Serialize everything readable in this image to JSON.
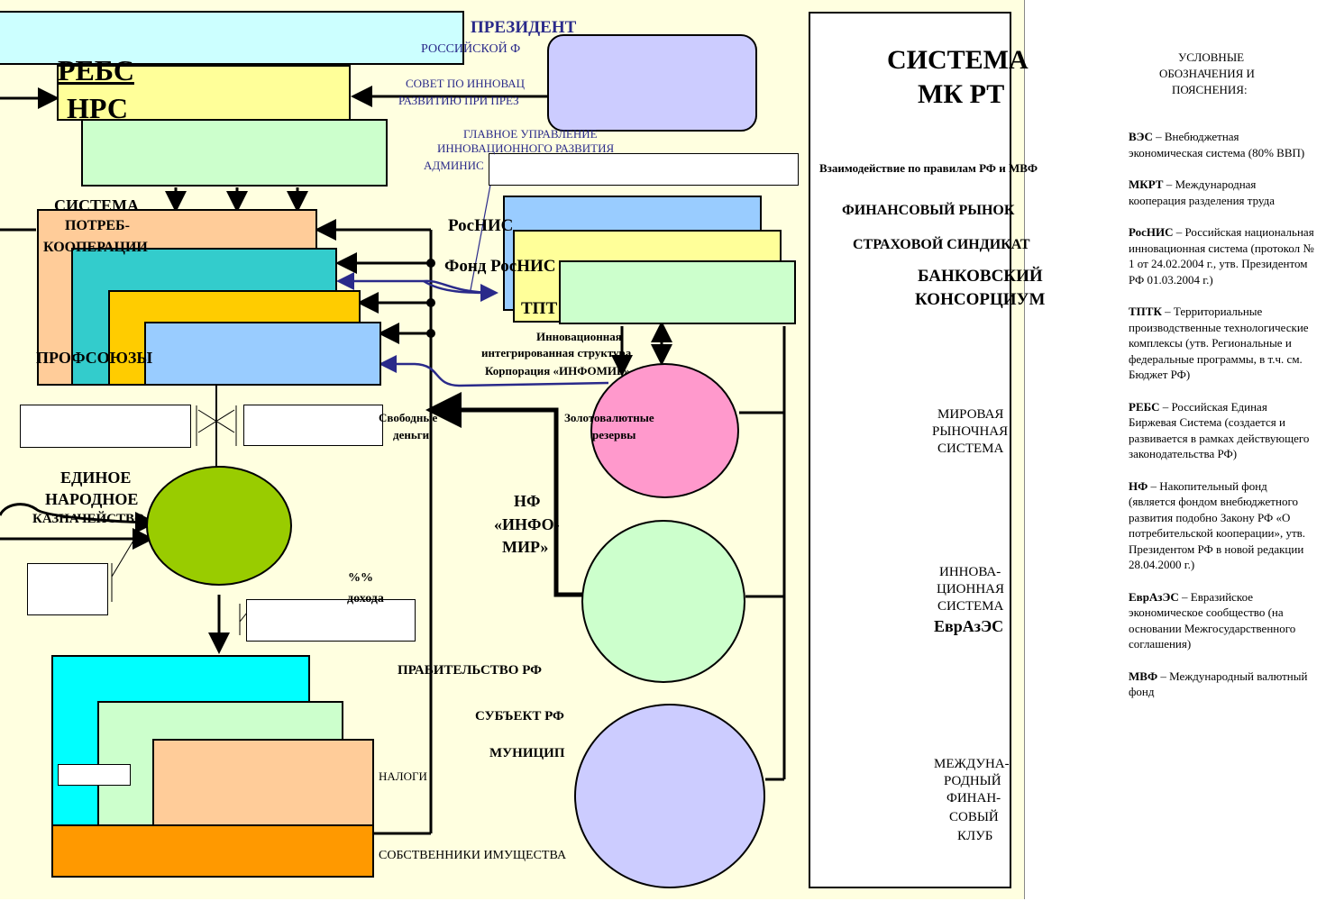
{
  "top": {
    "president": "ПРЕЗИДЕНТ",
    "russian_f": "РОССИЙСКОЙ Ф",
    "sovet": "СОВЕТ ПО ИННОВАЦ",
    "razvitiyu": "РАЗВИТИЮ ПРИ ПРЕЗ",
    "glavnoe1": "ГЛАВНОЕ УПРАВЛЕНИЕ",
    "glavnoe2": "ИННОВАЦИОННОГО РАЗВИТИЯ",
    "admin": "АДМИНИС"
  },
  "left": {
    "rebs": "РЕБС",
    "nrs": "НРС",
    "sistema": "СИСТЕМА",
    "potreb": "ПОТРЕБ-",
    "kooperacii": "КООПЕРАЦИИ",
    "profsoyuzy": "ПРОФСОЮЗЫ",
    "edinoe": "ЕДИНОЕ",
    "narodnoe": "НАРОДНОЕ",
    "kaznacheystvo": "КАЗНАЧЕЙСТВО",
    "dohoda1": "%%",
    "dohoda2": "дохода"
  },
  "middle": {
    "rosnis": "РосНИС",
    "fond": "Фонд РосНИС",
    "tptk": "ТПТ",
    "innov1": "Инновационная",
    "innov2": "интегрированная структура",
    "innov3": "Корпорация «ИНФОМИР»",
    "svobodnye1": "Свободные",
    "svobodnye2": "деньги",
    "zoloto1": "Золотовалютные",
    "zoloto2": "резервы",
    "nf1": "НФ",
    "nf2": "«ИНФО-",
    "nf3": "МИР»",
    "pravitelstvo": "ПРАВИТЕЛЬСТВО РФ",
    "subekt": "СУБЪЕКТ РФ",
    "municip": "МУНИЦИП",
    "nalogi": "НАЛОГИ",
    "sobstvenniki": "СОБСТВЕННИКИ ИМУЩЕСТВА"
  },
  "system": {
    "title1": "СИСТЕМА",
    "title2": "МК РТ",
    "vzaim": "Взаимодействие по правилам РФ и МВФ",
    "finrynok": "ФИНАНСОВЫЙ РЫНОК",
    "strah": "СТРАХОВОЙ СИНДИКАТ",
    "bank1": "БАНКОВСКИЙ",
    "bank2": "КОНСОРЦИУМ",
    "mir1": "МИРОВАЯ",
    "mir2": "РЫНОЧНАЯ",
    "mir3": "СИСТЕМА",
    "inn1": "ИННОВА-",
    "inn2": "ЦИОННАЯ",
    "inn3": "СИСТЕМА",
    "inn4": "ЕврАзЭС",
    "mfk1": "МЕЖДУНА-",
    "mfk2": "РОДНЫЙ",
    "mfk3": "ФИНАН-",
    "mfk4": "СОВЫЙ",
    "mfk5": "КЛУБ"
  },
  "legend": {
    "title1": "УСЛОВНЫЕ",
    "title2": "ОБОЗНАЧЕНИЯ И",
    "title3": "ПОЯСНЕНИЯ:",
    "items": [
      {
        "abbr": "ВЭС",
        "text": " – Внебюджетная экономическая система (80% ВВП)"
      },
      {
        "abbr": "МКРТ",
        "text": " – Международная кооперация  разделения труда"
      },
      {
        "abbr": "РосНИС",
        "text": " – Российская национальная инновационная система (протокол № 1 от 24.02.2004 г., утв. Президентом РФ 01.03.2004 г.)"
      },
      {
        "abbr": "ТПТК",
        "text": " – Территориальные производственные технологические комплексы (утв. Региональные и федеральные программы, в т.ч. см. Бюджет РФ)"
      },
      {
        "abbr": "РЕБС",
        "text": " – Российская Единая Биржевая Система (создается и развивается в рамках действующего законодательства РФ)"
      },
      {
        "abbr": "НФ",
        "text": " – Накопительный фонд (является фондом внебюджетного развития подобно  Закону РФ «О потребительской кооперации», утв. Президентом РФ в новой редакции 28.04.2000 г.)"
      },
      {
        "abbr": "ЕврАзЭС",
        "text": " – Евразийское экономическое сообщество (на основании Межгосударственного соглашения)"
      },
      {
        "abbr": "МВФ",
        "text": " – Международный валютный фонд"
      }
    ]
  }
}
